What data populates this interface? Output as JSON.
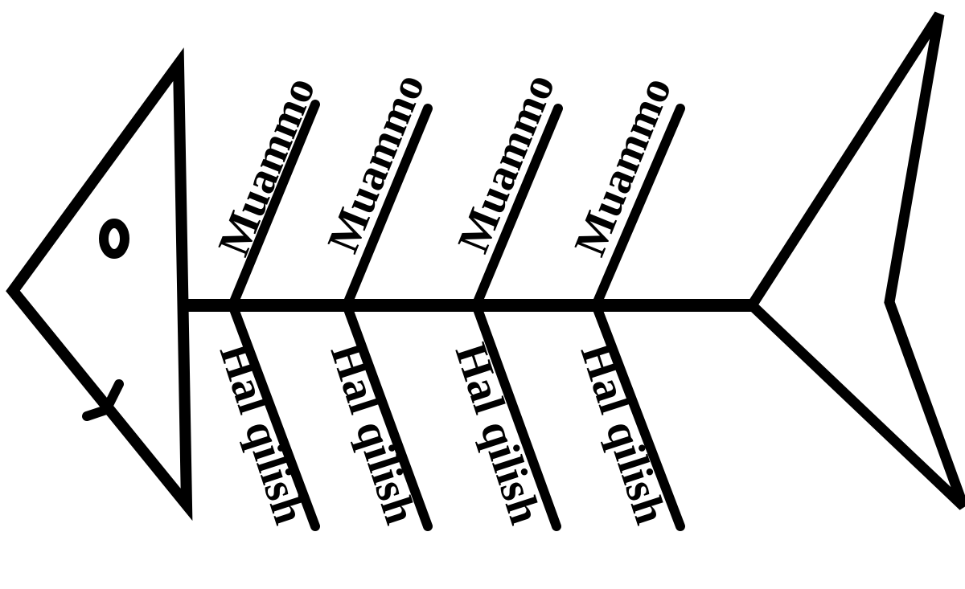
{
  "diagram": {
    "type": "fishbone",
    "colors": {
      "line": "#000000",
      "background": "#ffffff"
    },
    "bones": [
      {
        "top_label": "Muammo",
        "bottom_label": "Hal qilish"
      },
      {
        "top_label": "Muammo",
        "bottom_label": "Hal qilish"
      },
      {
        "top_label": "Muammo",
        "bottom_label": "Hal qilish"
      },
      {
        "top_label": "Muammo",
        "bottom_label": "Hal qilish"
      }
    ]
  }
}
